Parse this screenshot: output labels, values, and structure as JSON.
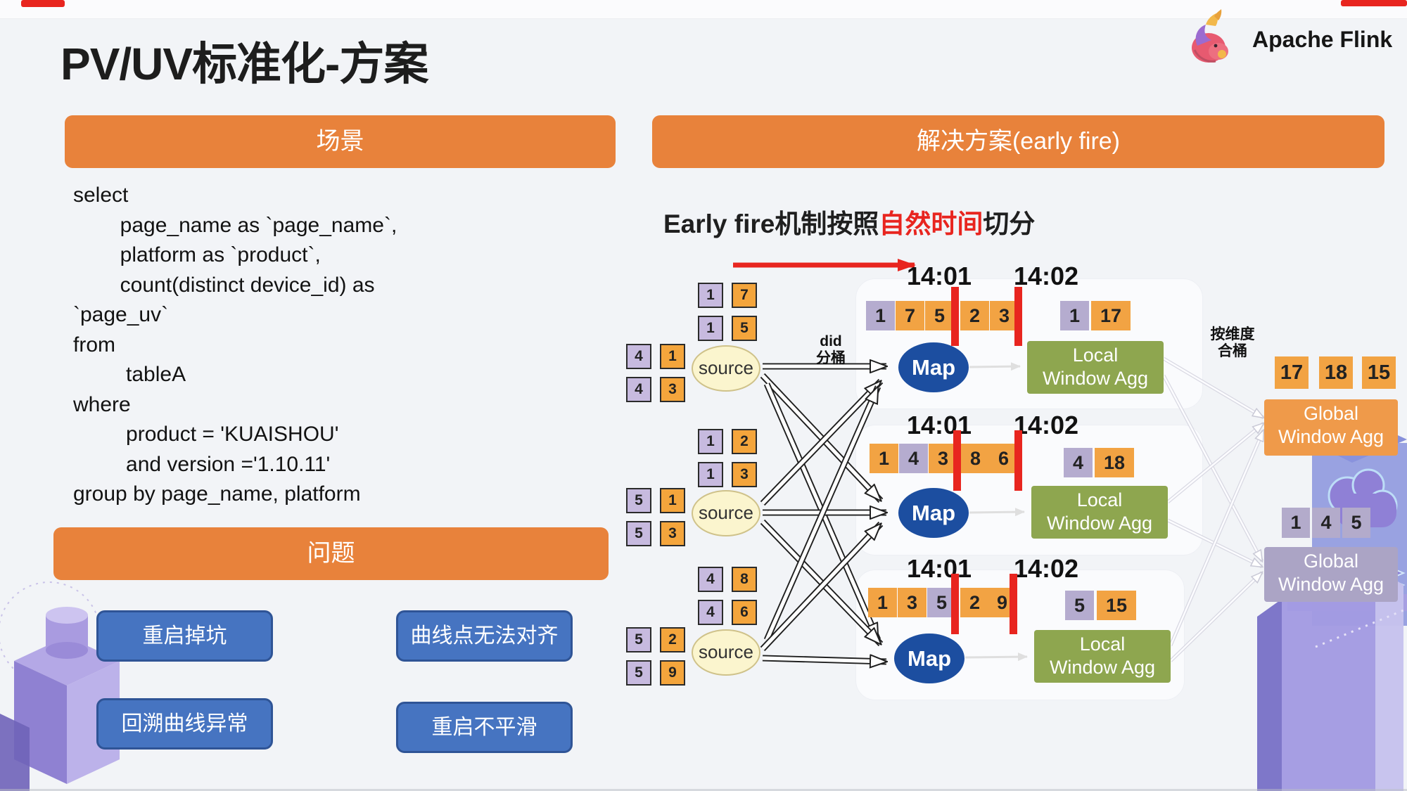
{
  "page": {
    "title": "PV/UV标准化-方案",
    "brand": "Apache Flink"
  },
  "left": {
    "scene_header": "场景",
    "sql_lines": [
      "select",
      "        page_name as `page_name`,",
      "        platform as `product`,",
      "        count(distinct device_id) as",
      "`page_uv`",
      "from",
      "         tableA",
      "where",
      "         product = 'KUAISHOU'",
      "         and version ='1.10.11'",
      "group by page_name, platform"
    ],
    "problem_header": "问题",
    "problem_buttons": [
      "重启掉坑",
      "曲线点无法对齐",
      "回溯曲线异常",
      "重启不平滑"
    ]
  },
  "right": {
    "solution_header": "解决方案(early fire)",
    "caption": {
      "prefix": "Early fire机制按照",
      "highlight": "自然时间",
      "suffix": "切分"
    },
    "shuffle_label": {
      "line1": "did",
      "line2": "分桶"
    },
    "merge_label": {
      "line1": "按维度",
      "line2": "合桶"
    },
    "source_label": "source",
    "map_label": "Map",
    "local_agg_line1": "Local",
    "local_agg_line2": "Window Agg",
    "global_agg_line1": "Global",
    "global_agg_line2": "Window Agg",
    "sources": [
      {
        "top_pairs": [
          [
            "1",
            "7"
          ],
          [
            "1",
            "5"
          ]
        ],
        "left_pairs": [
          [
            "4",
            "1"
          ],
          [
            "4",
            "3"
          ]
        ]
      },
      {
        "top_pairs": [
          [
            "1",
            "2"
          ],
          [
            "1",
            "3"
          ]
        ],
        "left_pairs": [
          [
            "5",
            "1"
          ],
          [
            "5",
            "3"
          ]
        ]
      },
      {
        "top_pairs": [
          [
            "4",
            "8"
          ],
          [
            "4",
            "6"
          ]
        ],
        "left_pairs": [
          [
            "5",
            "2"
          ],
          [
            "5",
            "9"
          ]
        ]
      }
    ],
    "rows": [
      {
        "time1": "14:01",
        "time2": "14:02",
        "stream": [
          {
            "v": "1",
            "c": "purple"
          },
          {
            "v": "7",
            "c": "orange"
          },
          {
            "v": "5",
            "c": "orange"
          },
          {
            "v": "2",
            "c": "orange"
          },
          {
            "v": "3",
            "c": "orange"
          }
        ],
        "result": [
          {
            "v": "1",
            "c": "purple"
          },
          {
            "v": "17",
            "c": "orange"
          }
        ]
      },
      {
        "time1": "14:01",
        "time2": "14:02",
        "stream": [
          {
            "v": "1",
            "c": "orange"
          },
          {
            "v": "4",
            "c": "purple"
          },
          {
            "v": "3",
            "c": "orange"
          },
          {
            "v": "8",
            "c": "orange"
          },
          {
            "v": "6",
            "c": "orange"
          }
        ],
        "result": [
          {
            "v": "4",
            "c": "purple"
          },
          {
            "v": "18",
            "c": "orange"
          }
        ]
      },
      {
        "time1": "14:01",
        "time2": "14:02",
        "stream": [
          {
            "v": "1",
            "c": "orange"
          },
          {
            "v": "3",
            "c": "orange"
          },
          {
            "v": "5",
            "c": "purple"
          },
          {
            "v": "2",
            "c": "orange"
          },
          {
            "v": "9",
            "c": "orange"
          }
        ],
        "result": [
          {
            "v": "5",
            "c": "purple"
          },
          {
            "v": "15",
            "c": "orange"
          }
        ]
      }
    ],
    "global_aggs": [
      {
        "values": [
          "17",
          "18",
          "15"
        ],
        "color": "orange"
      },
      {
        "values": [
          "1",
          "4",
          "5"
        ],
        "color": "purple"
      }
    ]
  },
  "colors": {
    "accent_orange": "#E8823B",
    "button_blue": "#4674C1",
    "square_orange": "#F2A343",
    "square_purple": "#B5ACCF",
    "bordered_purple": "#C7BADF",
    "map_blue": "#1C4EA0",
    "local_green": "#8EA64F",
    "global_orange": "#EF9A4A",
    "global_purple": "#ABA4C5",
    "highlight_red": "#E8251F",
    "source_yellow": "#FBF5CE"
  }
}
